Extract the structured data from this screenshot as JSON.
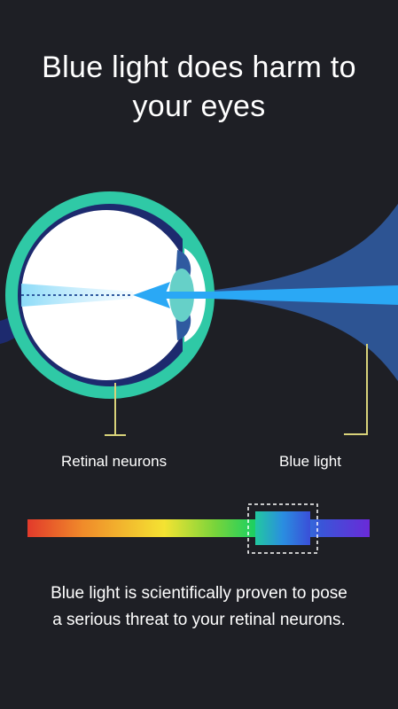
{
  "headline": {
    "line1": "Blue light does harm to",
    "line2": "your eyes"
  },
  "diagram": {
    "retinal_label": "Retinal neurons",
    "blue_light_label": "Blue light",
    "colors": {
      "background": "#1e1f25",
      "eye_outer": "#2fc9a6",
      "eye_dark": "#1d2a6e",
      "lens": "#66d0c8",
      "beam": "#2aa8f5",
      "beam_wide": "#2f5aa0",
      "leader_line": "#d8d27a"
    },
    "spectrum_colors": [
      "#e23a2b",
      "#f08a2a",
      "#f4e332",
      "#77d43b",
      "#1ed060",
      "#2c8fe0",
      "#3a55d8",
      "#6a2ad8"
    ],
    "highlight_icon": "dashed-selection-box"
  },
  "footer": {
    "line1": "Blue light is scientifically proven to pose",
    "line2": "a serious threat to your retinal neurons."
  }
}
